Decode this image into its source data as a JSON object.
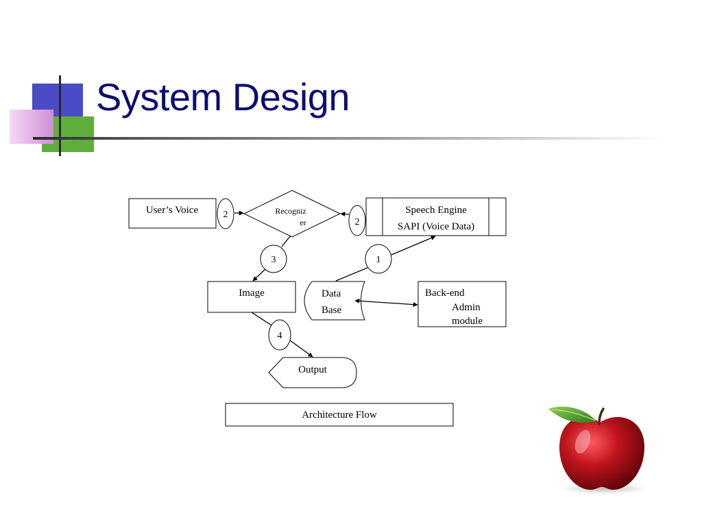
{
  "slide": {
    "title": "System Design"
  },
  "diagram": {
    "users_voice": "User’s Voice",
    "recognizer_line1": "Recogniz",
    "recognizer_line2": "er",
    "speech_engine_line1": "Speech Engine",
    "speech_engine_line2": "SAPI (Voice Data)",
    "image": "Image",
    "database_line1": "Data",
    "database_line2": "Base",
    "backend_line1": "Back-end",
    "backend_line2": "Admin",
    "backend_line3": "module",
    "output": "Output",
    "caption": "Architecture Flow",
    "step_user_to_recognizer": "2",
    "step_engine_to_recognizer": "2",
    "step_recognizer_to_image": "3",
    "step_database_to_engine": "1",
    "step_image_to_output": "4"
  },
  "colors": {
    "title": "#0d0d73",
    "deco_blue": "#4b4bc5",
    "deco_green": "#5fae3e",
    "deco_pink": "#ce8fd4",
    "apple_red": "#c0141c",
    "leaf_green": "#4f9a2a"
  },
  "icons": {
    "apple": "apple-icon"
  }
}
